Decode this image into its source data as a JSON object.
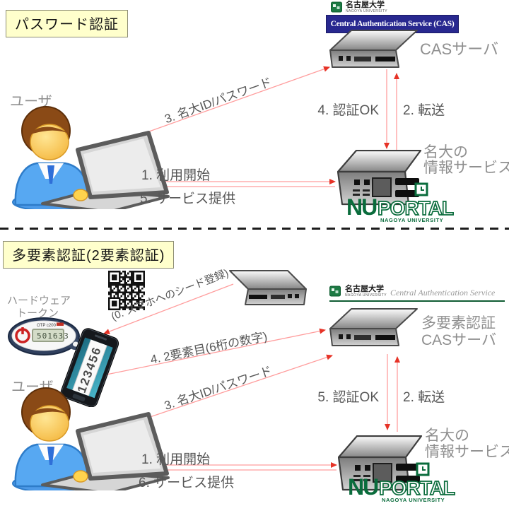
{
  "colors": {
    "arrow_line": "#ff9d9d",
    "arrow_head": "#e63327",
    "title_box_bg": "#ffffcc",
    "navy_banner": "#28288f",
    "brand_green": "#0a6c3c",
    "label_gray": "#8f8f8f",
    "step_text": "#575757"
  },
  "icons": {
    "qr": "qr-code",
    "server_flat": "rack-server-icon",
    "server_box": "info-server-icon",
    "user": "user-laptop-icon",
    "token": "hardware-token-icon",
    "phone": "smartphone-icon",
    "univ_logo": "nagoya-univ-logo"
  },
  "top": {
    "title": "パスワード認証",
    "user_label": "ユーザ",
    "univ_name": "名古屋大学",
    "univ_sub": "NAGOYA UNIVERSITY",
    "cas_banner": "Central Authentication Service (CAS)",
    "cas_server_label": "CASサーバ",
    "info_line1": "名大の",
    "info_line2": "情報サービス",
    "steps": {
      "s1": "1. 利用開始",
      "s2": "2. 転送",
      "s3": "3. 名大ID/パスワード",
      "s4": "4. 認証OK",
      "s5": "5. サービス提供"
    },
    "nuportal": {
      "nu": "NU",
      "portal": "PORTAL",
      "sub": "NAGOYA UNIVERSITY"
    }
  },
  "bottom": {
    "title": "多要素認証(2要素認証)",
    "user_label": "ユーザ",
    "hw_token_line1": "ハードウェア",
    "hw_token_line2": "トークン",
    "token_brand": "OTP c200",
    "token_display": "501633",
    "phone_code": "123456",
    "univ_name": "名古屋大学",
    "univ_sub": "NAGOYA UNIVERSITY",
    "cas_banner": "Central Authentication Service",
    "cas_server_line1": "多要素認証",
    "cas_server_line2": "CASサーバ",
    "info_line1": "名大の",
    "info_line2": "情報サービス",
    "steps": {
      "s0": "(0. スマホへのシード登録)",
      "s1": "1. 利用開始",
      "s2": "2. 転送",
      "s3": "3. 名大ID/パスワード",
      "s4": "4. 2要素目(6桁の数字)",
      "s5": "5. 認証OK",
      "s6": "6. サービス提供"
    },
    "nuportal": {
      "nu": "NU",
      "portal": "PORTAL",
      "sub": "NAGOYA UNIVERSITY"
    }
  }
}
